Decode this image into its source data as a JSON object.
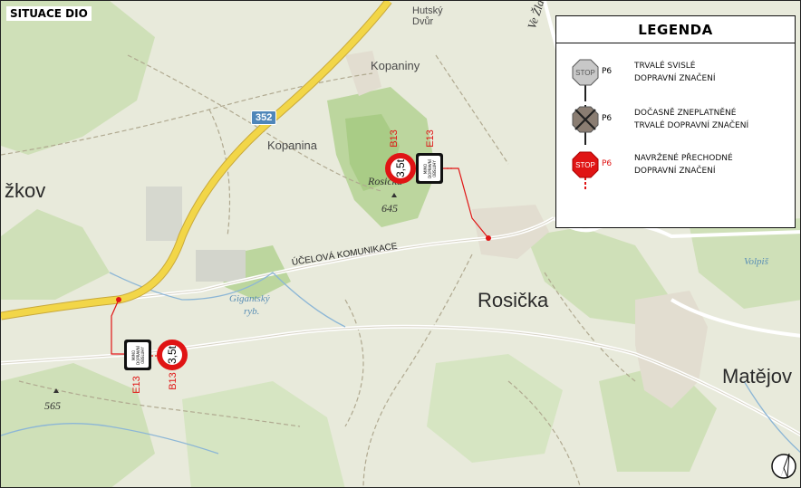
{
  "title": "SITUACE DIO",
  "map": {
    "places": {
      "hutsky_dvur_line1": "Hutský",
      "hutsky_dvur_line2": "Dvůr",
      "kopaniny": "Kopaniny",
      "kopanina": "Kopanina",
      "zkov": "žkov",
      "rosicka": "Rosička",
      "matejov": "Matějov",
      "rosicka_hill": "Rosička",
      "gigantsky_line1": "Gigantský",
      "gigantsky_line2": "ryb.",
      "volpis": "Volpiš",
      "ve_zla": "Ve Žla"
    },
    "elevations": {
      "e645": "645",
      "e565": "565"
    },
    "road_number": "352",
    "road_label": "ÚČELOVÁ KOMUNIKACE"
  },
  "signs": {
    "north": {
      "circle_value": "3,5t",
      "plate_text": "MIMO\nDOPRAVNÍ\nOBSLUHY",
      "code_circle": "B13",
      "code_plate": "E13"
    },
    "south": {
      "circle_value": "3,5t",
      "plate_text": "MIMO\nDOPRAVNÍ\nOBSLUHY",
      "code_circle": "B13",
      "code_plate": "E13"
    }
  },
  "legend": {
    "title": "LEGENDA",
    "items": [
      {
        "code": "P6",
        "icon": "stop-sign-gray-icon",
        "line1": "TRVALÉ SVISLÉ",
        "line2": "DOPRAVNÍ ZNAČENÍ"
      },
      {
        "code": "P6",
        "icon": "stop-sign-crossed-icon",
        "line1": "DOČASNĚ ZNEPLATNĚNÉ",
        "line2": "TRVALÉ DOPRAVNÍ ZNAČENÍ"
      },
      {
        "code": "P6",
        "icon": "stop-sign-red-icon",
        "line1": "NAVRŽENÉ PŘECHODNÉ",
        "line2": "DOPRAVNÍ ZNAČENÍ"
      }
    ],
    "stop_word": "STOP"
  },
  "colors": {
    "proposed": "#e01414",
    "road_yellow": "#f2d648",
    "shield_blue": "#4f86b9"
  }
}
